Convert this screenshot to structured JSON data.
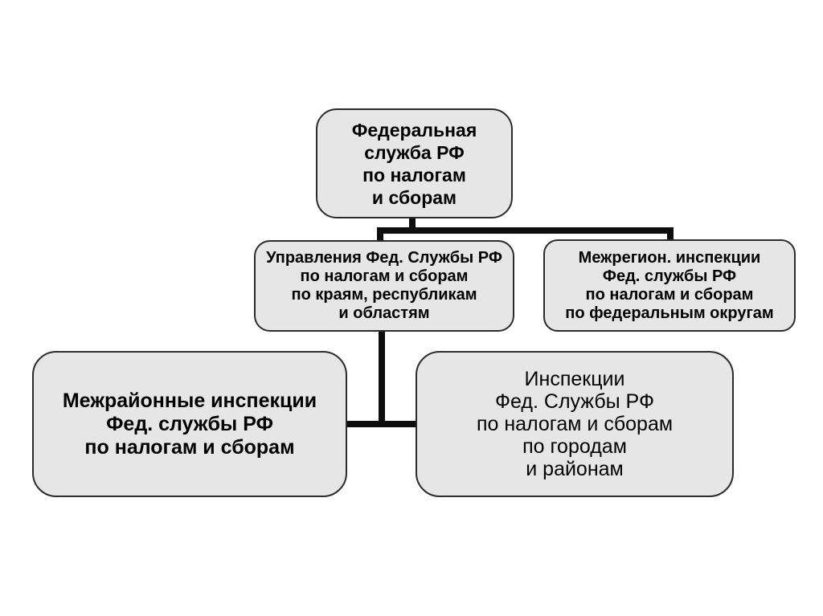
{
  "colors": {
    "page_bg": "#ffffff",
    "node_fill": "#e6e6e6",
    "node_border": "#2b2b2b",
    "connector": "#0d0d0d",
    "text": "#000000"
  },
  "nodes": {
    "federal": {
      "lines": [
        "Федеральная",
        "служба РФ",
        "по налогам",
        "и сборам"
      ],
      "weight": "bold"
    },
    "upravleniya": {
      "lines": [
        "Управления Фед. Службы РФ",
        "по налогам и сборам",
        "по краям, республикам",
        "и областям"
      ],
      "weight": "bold"
    },
    "mezhregion": {
      "lines": [
        "Межрегион. инспекции",
        "Фед. службы РФ",
        "по налогам и сборам",
        "по федеральным округам"
      ],
      "weight": "bold"
    },
    "mezhrayonnye": {
      "lines": [
        "Межрайонные инспекции",
        "Фед. службы РФ",
        "по налогам и сборам"
      ],
      "weight": "bold"
    },
    "inspektsii": {
      "lines": [
        "Инспекции",
        "Фед. Службы РФ",
        "по налогам и сборам",
        "по городам",
        "и районам"
      ],
      "weight": "normal"
    }
  }
}
